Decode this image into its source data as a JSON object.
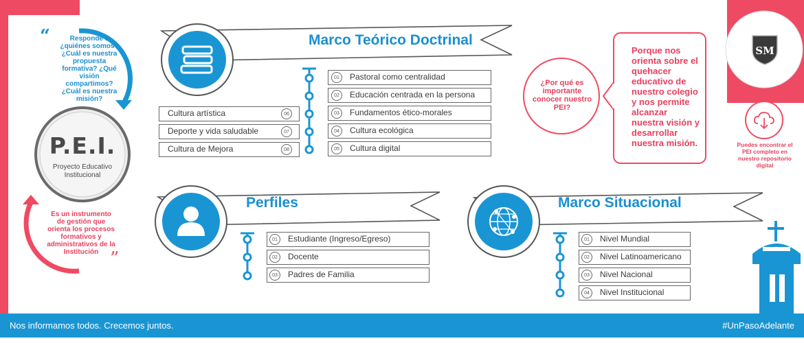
{
  "left": {
    "question_text": "Responde a ¿quiénes somos? ¿Cuál es nuestra propuesta formativa? ¿Qué visión compartimos? ¿Cuál es nuestra misión?",
    "pei_title": "P.E.I.",
    "pei_subtitle": "Proyecto Educativo Institucional",
    "definition_text": "Es un instrumento de gestión que orienta los procesos formativos y administrativos de la Institución"
  },
  "marco_teorico": {
    "title": "Marco Teórico Doctrinal",
    "icon": "books-icon",
    "right_items": [
      {
        "num": "01",
        "label": "Pastoral como centralidad"
      },
      {
        "num": "02",
        "label": "Educación centrada en la persona"
      },
      {
        "num": "03",
        "label": "Fundamentos ético-morales"
      },
      {
        "num": "04",
        "label": "Cultura ecológica"
      },
      {
        "num": "05",
        "label": "Cultura digital"
      }
    ],
    "left_items": [
      {
        "num": "06",
        "label": "Cultura artística"
      },
      {
        "num": "07",
        "label": "Deporte y vida saludable"
      },
      {
        "num": "08",
        "label": "Cultura de Mejora"
      }
    ]
  },
  "perfiles": {
    "title": "Perfiles",
    "icon": "user-icon",
    "items": [
      {
        "num": "01",
        "label": "Estudiante (Ingreso/Egreso)"
      },
      {
        "num": "02",
        "label": "Docente"
      },
      {
        "num": "03",
        "label": "Padres de Familia"
      }
    ]
  },
  "marco_situacional": {
    "title": "Marco Situacional",
    "icon": "globe-network-icon",
    "items": [
      {
        "num": "01",
        "label": "Nivel Mundial"
      },
      {
        "num": "02",
        "label": "Nivel Latinoamericano"
      },
      {
        "num": "03",
        "label": "Nivel Nacional"
      },
      {
        "num": "04",
        "label": "Nivel Institucional"
      }
    ]
  },
  "right": {
    "why_question": "¿Por qué es importante conocer nuestro PEI?",
    "answer": "Porque nos orienta sobre el quehacer educativo de nuestro colegio y nos permite alcanzar nuestra visión y desarrollar nuestra misión.",
    "logo_text": "SM",
    "repo_text": "Puedes encontrar el PEI completo en nuestro repositorio digital",
    "cloud_icon": "cloud-download-icon"
  },
  "footer": {
    "slogan": "Nos informamos todos. Crecemos juntos.",
    "hashtag": "#UnPasoAdelante"
  },
  "colors": {
    "blue": "#1a8fd0",
    "pink": "#e8405e",
    "gray": "#4a4a4a",
    "footer": "#1a95d3"
  }
}
